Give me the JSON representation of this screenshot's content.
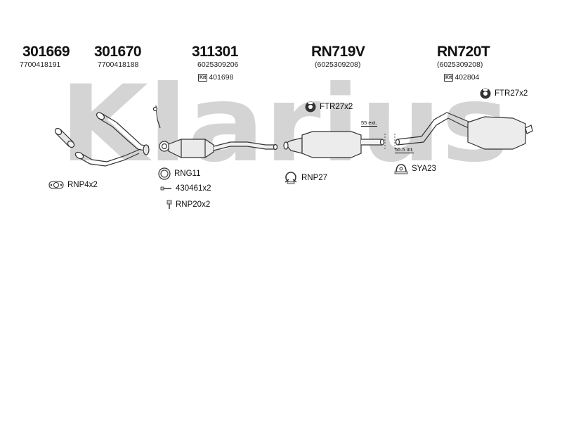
{
  "watermark": {
    "text": "Klarius",
    "color": "#d4d4d4"
  },
  "parts": [
    {
      "number": "301669",
      "oem": "7700418191"
    },
    {
      "number": "301670",
      "oem": "7700418188"
    },
    {
      "number": "311301",
      "oem": "6025309206",
      "kit": "401698"
    },
    {
      "number": "RN719V",
      "oem": "(6025309208)"
    },
    {
      "number": "RN720T",
      "oem": "(6025309208)",
      "kit": "402804"
    }
  ],
  "kit_badge": "Kit",
  "accessories": {
    "rnp4": "RNP4x2",
    "rng11": "RNG11",
    "bolt": "430461x2",
    "rnp20": "RNP20x2",
    "ftr_mid": "FTR27x2",
    "rnp27": "RNP27",
    "ftr_right": "FTR27x2",
    "sya23": "SYA23"
  },
  "dimensions": {
    "ext": "55 ext.",
    "int": "55.5 int."
  }
}
